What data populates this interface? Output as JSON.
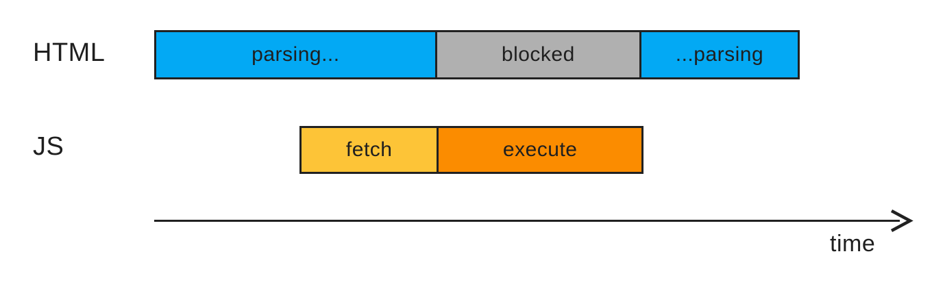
{
  "diagram": {
    "title_semantic": "script-blocking HTML parsing timeline",
    "rows": [
      {
        "label": "HTML",
        "segments": [
          {
            "label": "parsing...",
            "color": "#03a9f4"
          },
          {
            "label": "blocked",
            "color": "#b0b0b0"
          },
          {
            "label": "...parsing",
            "color": "#03a9f4"
          }
        ]
      },
      {
        "label": "JS",
        "segments": [
          {
            "label": "fetch",
            "color": "#fdc437"
          },
          {
            "label": "execute",
            "color": "#fb8c00"
          }
        ]
      }
    ],
    "axis": {
      "label": "time",
      "line_color": "#212121"
    },
    "colors": {
      "border": "#212121",
      "text": "#1f1f1f",
      "background": "#ffffff"
    }
  }
}
